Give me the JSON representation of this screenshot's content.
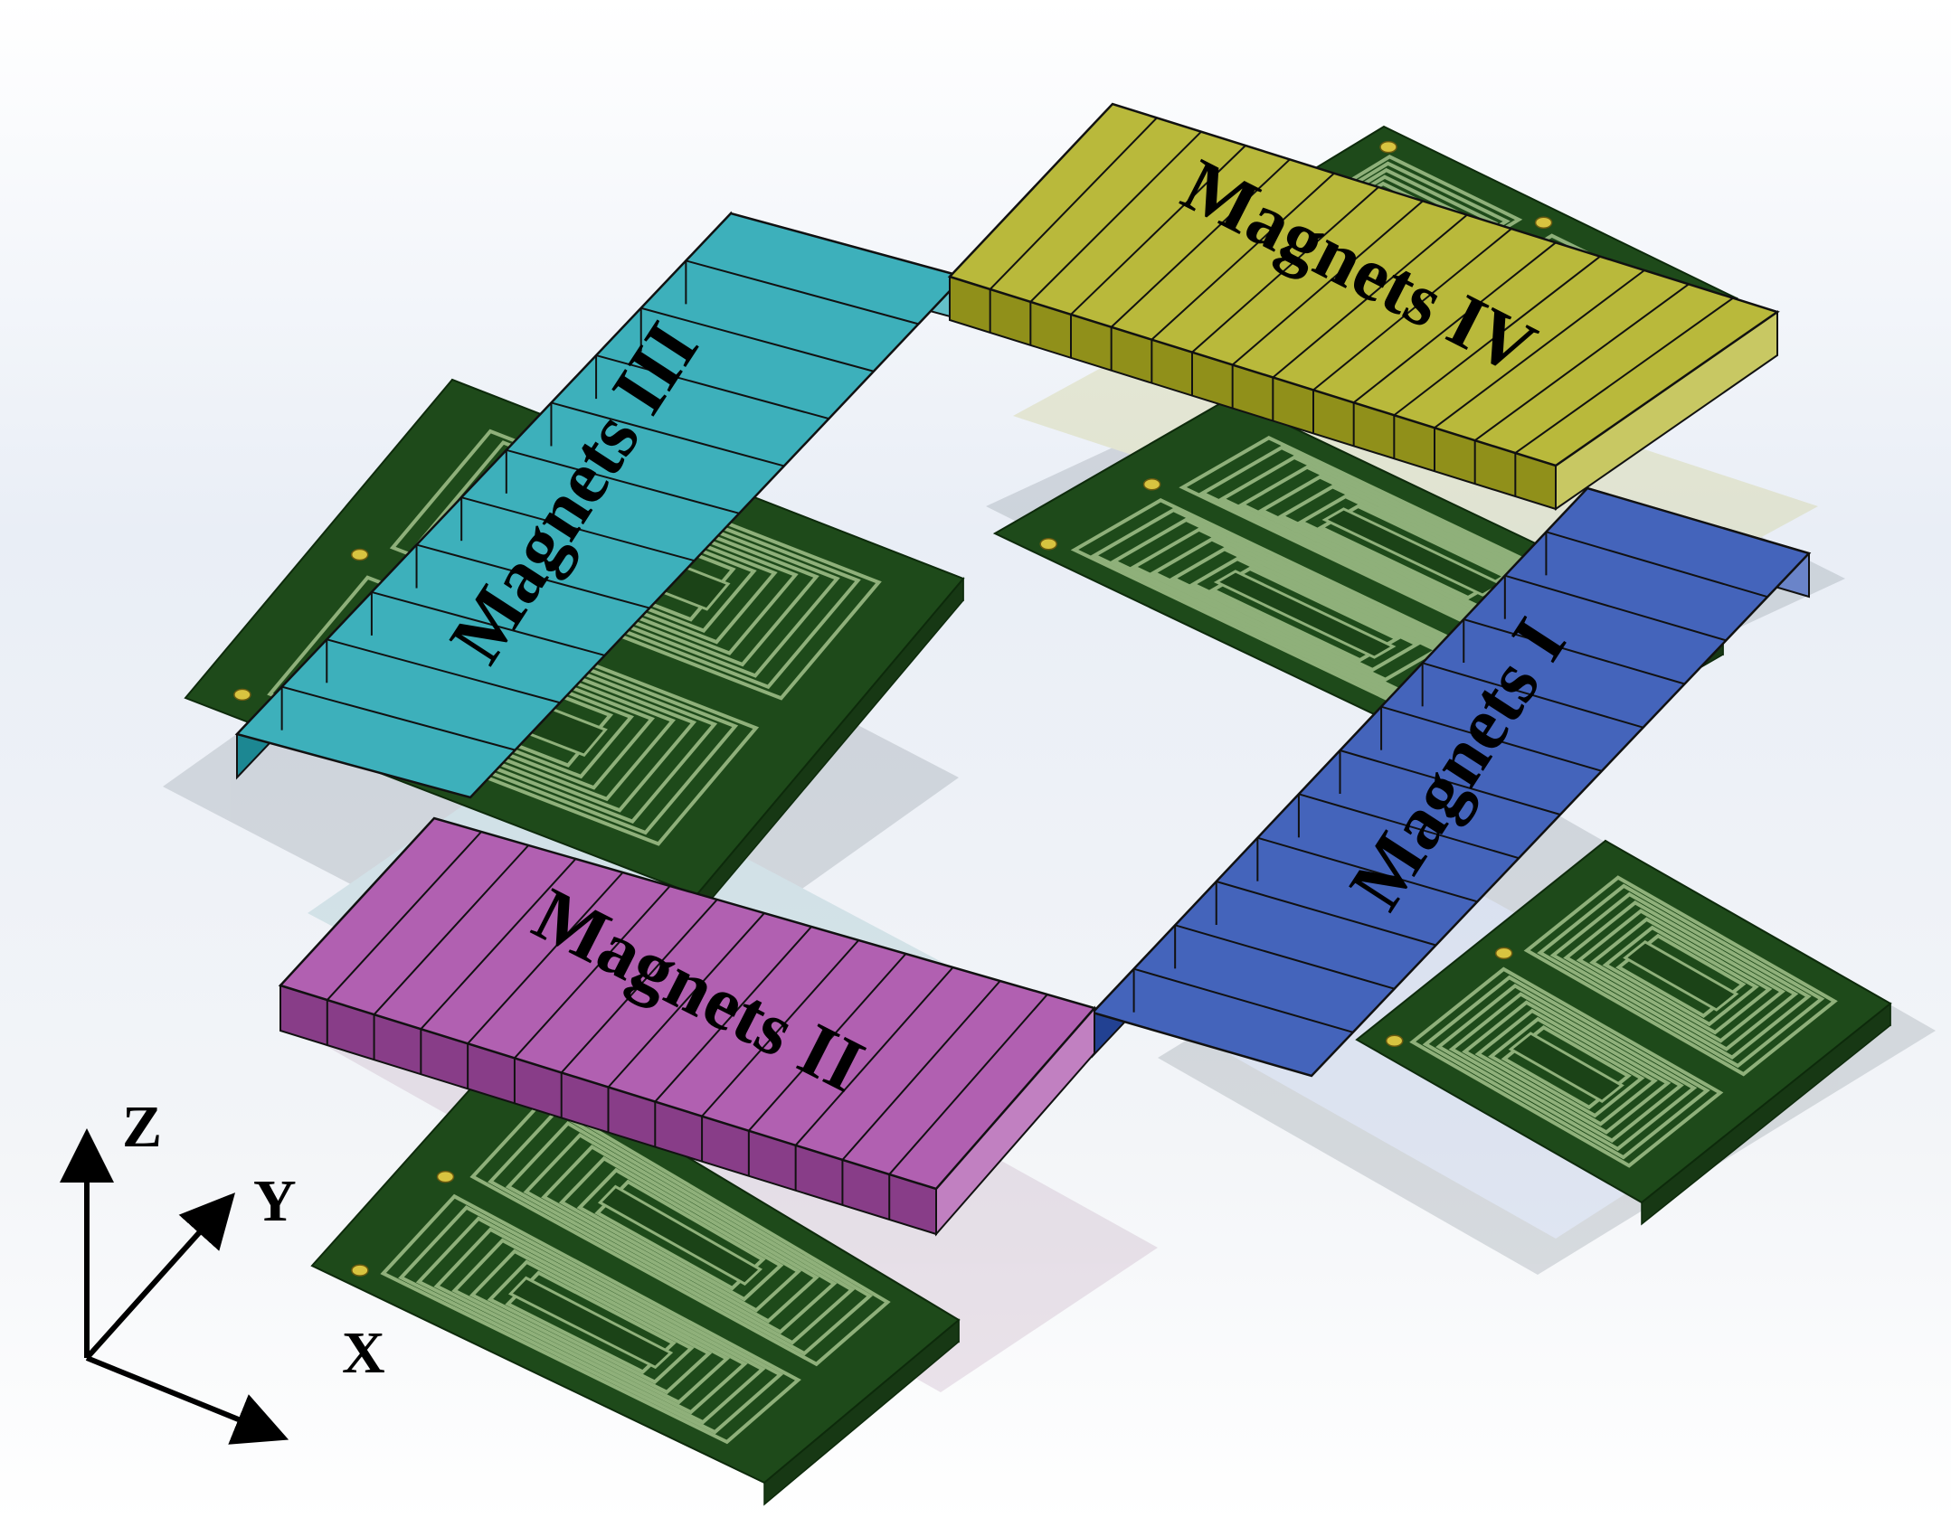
{
  "colors": {
    "magnet_i": "#2a4fb2",
    "magnet_ii": "#a64aa6",
    "magnet_iii": "#22a5b2",
    "magnet_iv": "#b0b020",
    "pcb_board": "#1e4a1a",
    "pcb_trace": "#8fb07a",
    "pcb_pad": "#d8c440"
  },
  "magnets": [
    {
      "id": "i",
      "label": "Magnets I",
      "segments": 12
    },
    {
      "id": "ii",
      "label": "Magnets II",
      "segments": 14
    },
    {
      "id": "iii",
      "label": "Magnets III",
      "segments": 11
    },
    {
      "id": "iv",
      "label": "Magnets IV",
      "segments": 15
    }
  ],
  "axes": {
    "z": "Z",
    "y": "Y",
    "x": "X"
  }
}
